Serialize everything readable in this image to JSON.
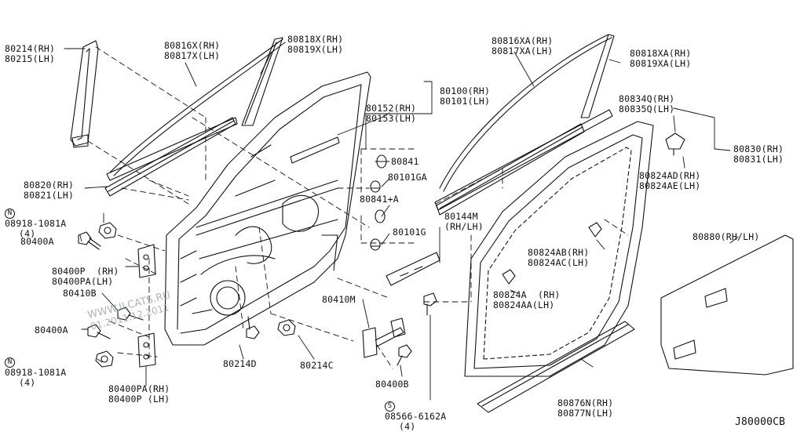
{
  "labels": {
    "l80214": [
      "80214(RH)",
      "80215(LH)"
    ],
    "l80816x": [
      "80816X(RH)",
      "80817X(LH)"
    ],
    "l80818x": [
      "80818X(RH)",
      "80819X(LH)"
    ],
    "l80816xa": [
      "80816XA(RH)",
      "80817XA(LH)"
    ],
    "l80818xa": [
      "80818XA(RH)",
      "80819XA(LH)"
    ],
    "l80100": [
      "80100(RH)",
      "80101(LH)"
    ],
    "l80152": [
      "80152(RH)",
      "80153(LH)"
    ],
    "l80834q": [
      "80834Q(RH)",
      "80835Q(LH)"
    ],
    "l80830": [
      "80830(RH)",
      "80831(LH)"
    ],
    "l80824ad": [
      "80824AD(RH)",
      "80824AE(LH)"
    ],
    "l80841": "80841",
    "l80101ga": "80101GA",
    "l80841a": "80841+A",
    "l80101g": "80101G",
    "l80144m": [
      "80144M",
      "(RH/LH)"
    ],
    "l80820": [
      "80820(RH)",
      "80821(LH)"
    ],
    "l08918top": [
      "08918-1081A",
      "(4)"
    ],
    "l80400a_top": "80400A",
    "l80400p": [
      "80400P  (RH)",
      "80400PA(LH)"
    ],
    "l80410b": "80410B",
    "l80400a_bot": "80400A",
    "l08918bot": [
      "08918-1081A",
      "(4)"
    ],
    "l80400pa": [
      "80400PA(RH)",
      "80400P (LH)"
    ],
    "l80214d": "80214D",
    "l80214c": "80214C",
    "l80410m": "80410M",
    "l80400b": "80400B",
    "l08566": [
      "08566-6162A",
      "(4)"
    ],
    "l80824ab": [
      "80824AB(RH)",
      "80824AC(LH)"
    ],
    "l80824a": [
      "80824A  (RH)",
      "80824AA(LH)"
    ],
    "l80880": "80880(RH/LH)",
    "l80876n": [
      "80876N(RH)",
      "80877N(LH)"
    ],
    "code": "J80000CB",
    "prefix_n": "N",
    "prefix_s": "S"
  },
  "watermark": [
    "WWW.ILCATS.RU",
    "01.2011.12.2011"
  ]
}
